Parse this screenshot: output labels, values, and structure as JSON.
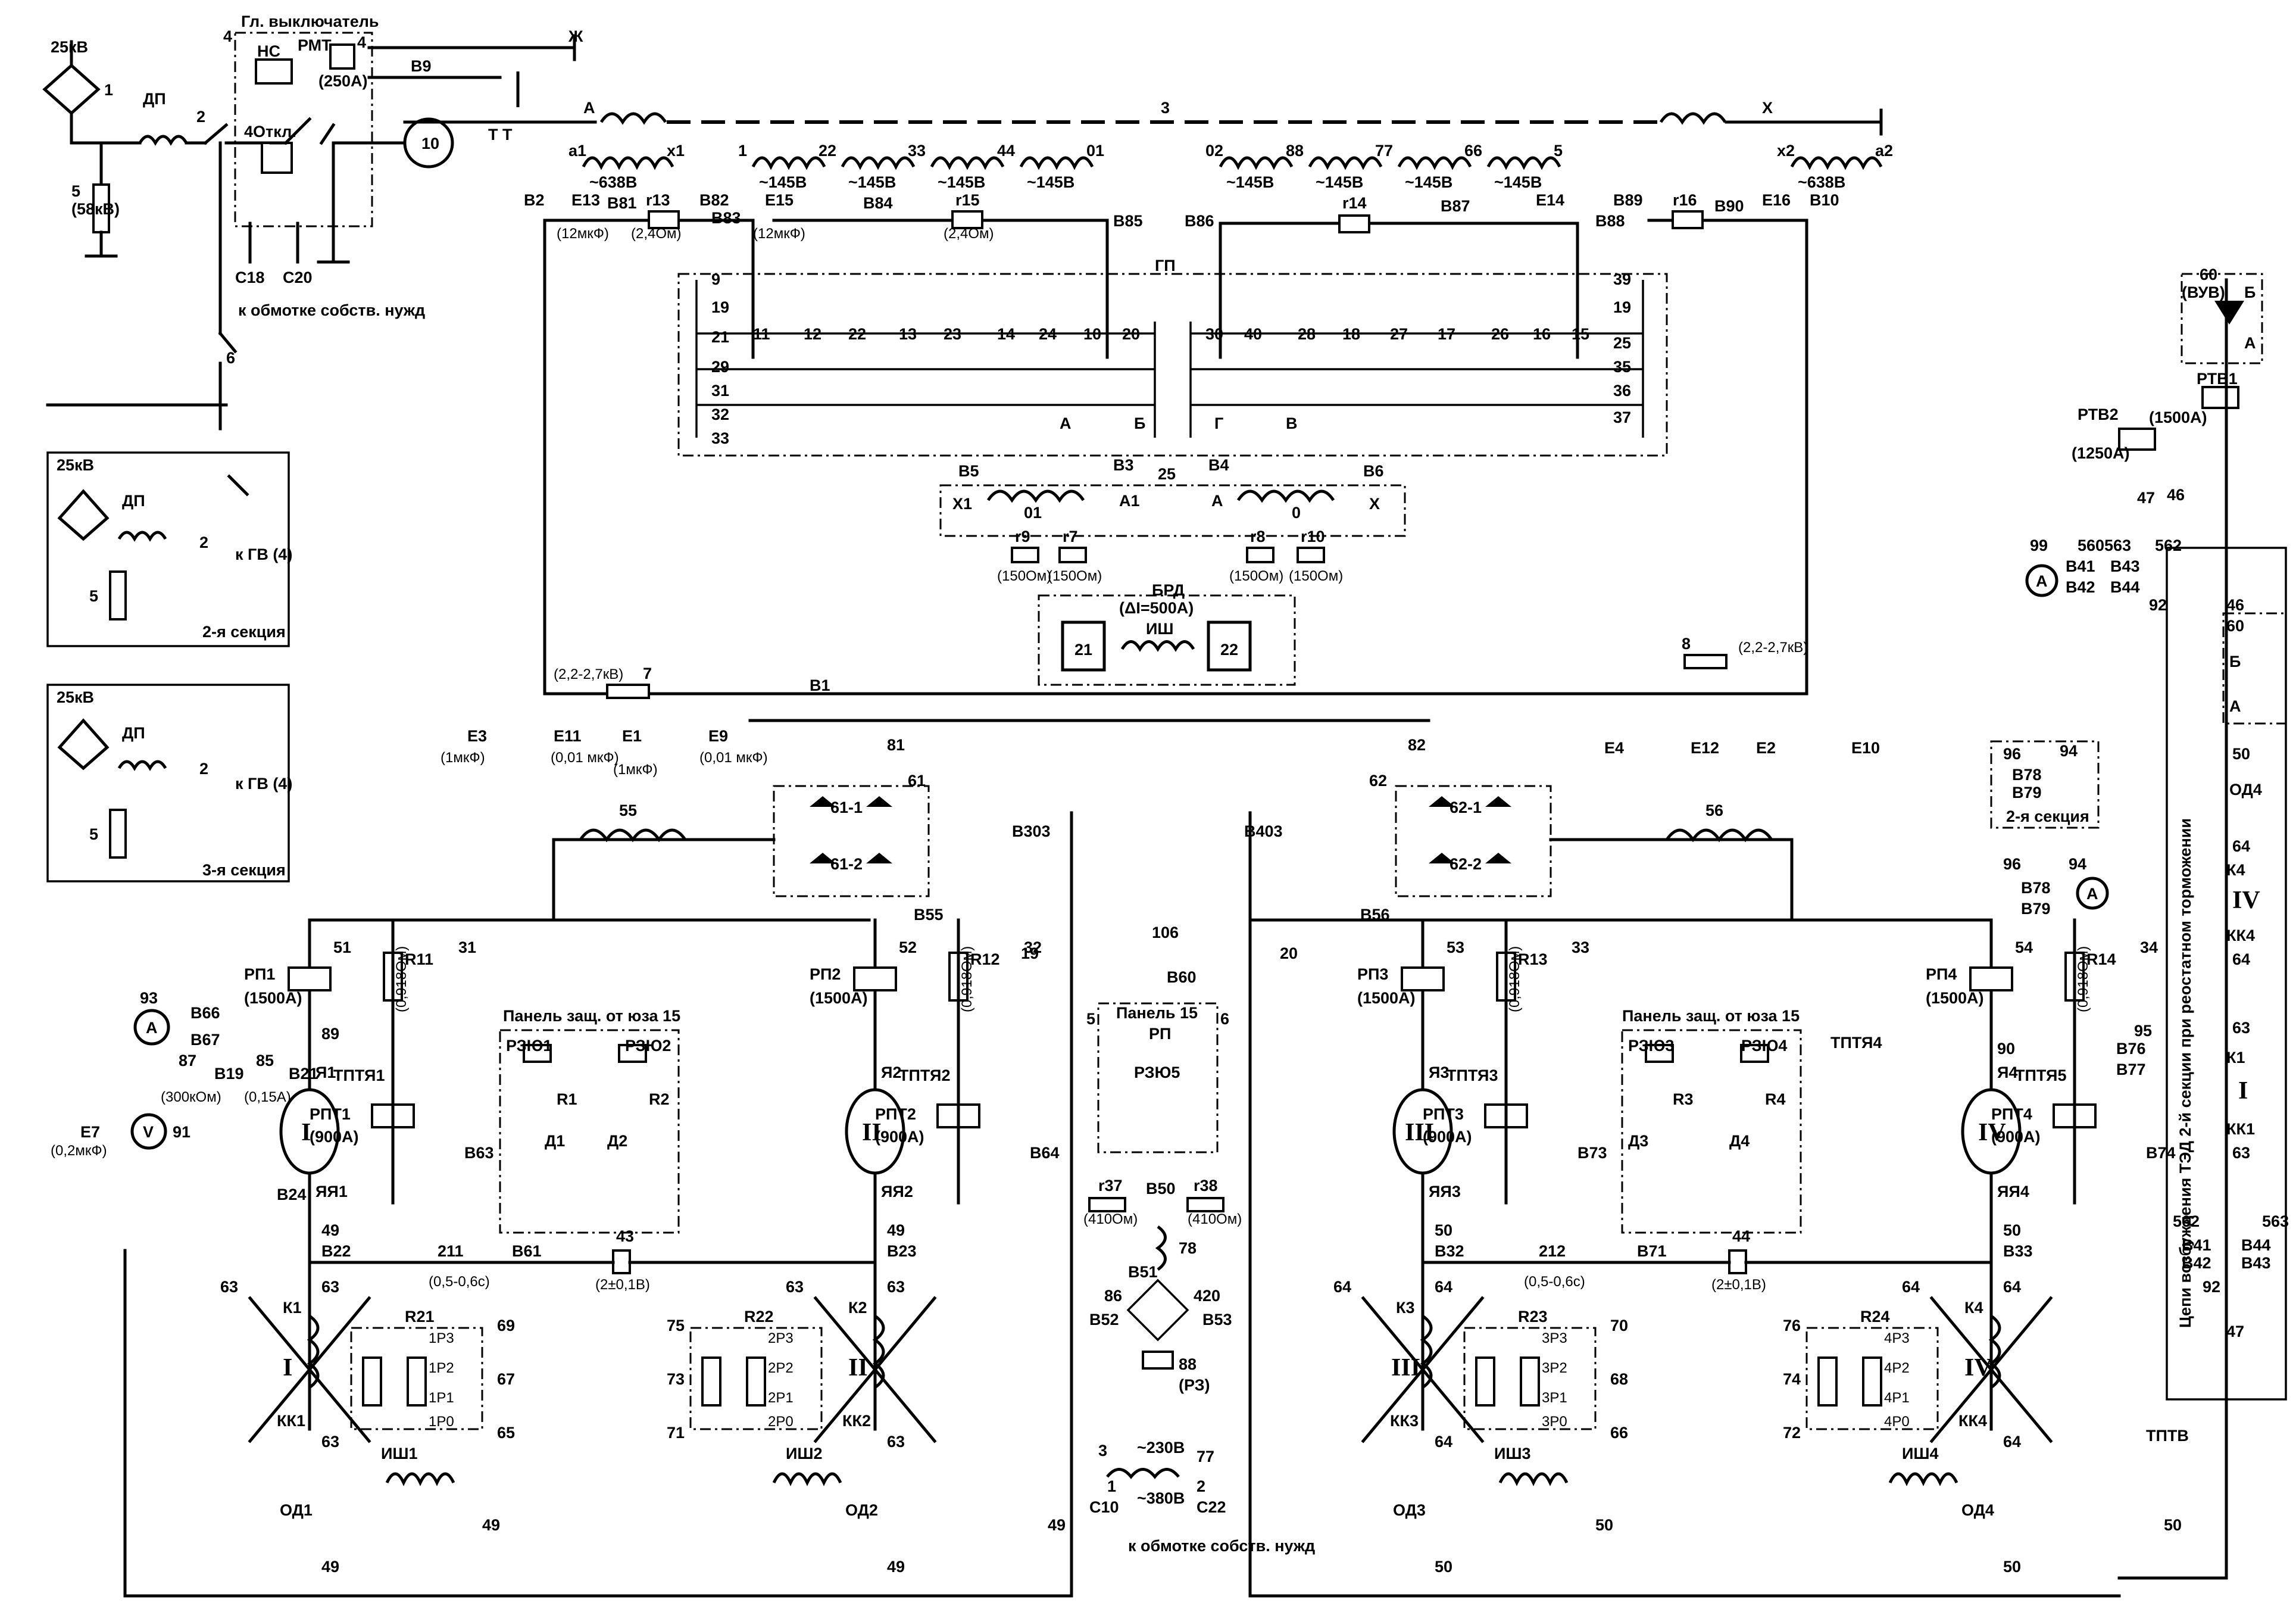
{
  "feeder": {
    "voltage": "25кВ",
    "main_switch_title": "Гл. выключатель",
    "dp": "ДП",
    "ns": "НС",
    "rmt": "РМТ",
    "rmt_current": "(250А)",
    "off_coil": "4Откл.",
    "arrester_num": "5",
    "arrester_voltage": "(58кВ)",
    "c18": "С18",
    "c20": "С20",
    "aux_winding": "к обмотке собств. нужд",
    "b9": "В9",
    "zh": "Ж",
    "tt": "Т Т",
    "a": "А",
    "x": "Х",
    "bus3": "3",
    "sec2": "2-я секция",
    "sec3": "3-я секция",
    "to_gv": "к ГВ (4)",
    "num1": "1",
    "num2": "2",
    "num4": "4",
    "num6": "6",
    "num10": "10"
  },
  "transformer": {
    "left_windings": [
      {
        "top_left": "а1",
        "top_right": "х1",
        "voltage": "~638В"
      },
      {
        "top_left": "1",
        "top_right": "2",
        "voltage": "~145В"
      },
      {
        "top_left": "2",
        "top_right": "3",
        "voltage": "~145В"
      },
      {
        "top_left": "3",
        "top_right": "4",
        "voltage": "~145В"
      },
      {
        "top_left": "4",
        "top_right": "01",
        "voltage": "~145В"
      }
    ],
    "right_windings": [
      {
        "top_left": "02",
        "top_right": "8",
        "voltage": "~145В"
      },
      {
        "top_left": "8",
        "top_right": "7",
        "voltage": "~145В"
      },
      {
        "top_left": "7",
        "top_right": "6",
        "voltage": "~145В"
      },
      {
        "top_left": "6",
        "top_right": "5",
        "voltage": "~145В"
      },
      {
        "top_left": "х2",
        "top_right": "а2",
        "voltage": "~638В"
      }
    ],
    "filter_labels": {
      "b2": "В2",
      "e13": "Е13",
      "e13v": "(12мкФ)",
      "b81": "В81",
      "r13": "r13",
      "r13v": "(2,4Ом)",
      "b82": "В82",
      "b83": "В83",
      "e15": "Е15",
      "e15v": "(12мкФ)",
      "b84": "В84",
      "r15": "r15",
      "r15v": "(2,4Ом)",
      "b85": "В85",
      "b86": "В86",
      "r14": "r14",
      "b87": "В87",
      "e14": "Е14",
      "b88": "В88",
      "b89": "В89",
      "r16": "r16",
      "b90": "В90",
      "e16": "Е16",
      "b10": "В10"
    }
  },
  "gp": {
    "title": "ГП",
    "left_contacts": [
      "9",
      "19",
      "21",
      "29",
      "31",
      "32",
      "33"
    ],
    "left_row": [
      "11",
      "12",
      "22",
      "13",
      "23",
      "14",
      "24",
      "10",
      "20"
    ],
    "right_row": [
      "30",
      "40",
      "28",
      "18",
      "27",
      "17",
      "26",
      "16",
      "15"
    ],
    "right_contacts": [
      "39",
      "19",
      "25",
      "35",
      "36",
      "37"
    ],
    "contact_a": "А",
    "contact_b": "Б",
    "contact_g": "Г",
    "contact_v": "В"
  },
  "reactor25": {
    "num": "25",
    "b5": "В5",
    "b3": "В3",
    "b4": "В4",
    "b6": "В6",
    "x1": "Х1",
    "o1": "01",
    "a1": "А1",
    "a": "А",
    "o": "0",
    "x": "Х",
    "r9": "r9",
    "r7": "r7",
    "r8": "r8",
    "r10": "r10",
    "ohm": "(150Ом)"
  },
  "brd": {
    "title": "БРД",
    "delta": "(ΔI=500А)",
    "n21": "21",
    "n22": "22",
    "ish": "ИШ"
  },
  "filters": {
    "r7": "7",
    "r7v": "(2,2-2,7кВ)",
    "r8": "8",
    "r8v": "(2,2-2,7кВ)",
    "e3": "Е3",
    "e3v": "(1мкФ)",
    "e11": "Е11",
    "e11v": "(0,01 мкФ)",
    "e1": "Е1",
    "e1v": "(1мкФ)",
    "e9": "Е9",
    "e9v": "(0,01 мкФ)",
    "e4": "Е4",
    "e12": "Е12",
    "e2": "Е2",
    "e10": "Е10"
  },
  "rectifiers": {
    "b1": "В1",
    "n61": "61",
    "n62": "62",
    "n81": "81",
    "n82": "82",
    "v61_1": "61-1",
    "v61_2": "61-2",
    "v62_1": "62-1",
    "v62_2": "62-2",
    "n1": "1",
    "n2": "2",
    "n3": "3",
    "n4": "4"
  },
  "smoothing": {
    "left": "55",
    "right": "56",
    "b303": "В303",
    "b403": "В403",
    "b55": "В55",
    "b56": "В56"
  },
  "motors": [
    {
      "numeral": "I",
      "rp": "РП1",
      "rp_current": "(1500А)",
      "rpt": "РПТ1",
      "rpt_current": "(900А)",
      "tptya": "ТПТЯ1",
      "r": "R11",
      "ya": "Я1",
      "yaya": "ЯЯ1",
      "contact_top": "51",
      "contact_mid": "31",
      "b_top": "В63",
      "b_bottom": "В24"
    },
    {
      "numeral": "II",
      "rp": "РП2",
      "rp_current": "(1500А)",
      "rpt": "РПТ2",
      "rpt_current": "(900А)",
      "tptya": "ТПТЯ2",
      "r": "R12",
      "ya": "Я2",
      "yaya": "ЯЯ2",
      "contact_top": "52",
      "contact_mid": "32",
      "b_top": "В64",
      "b_bottom": ""
    },
    {
      "numeral": "III",
      "rp": "РП3",
      "rp_current": "(1500А)",
      "rpt": "РПТ3",
      "rpt_current": "(900А)",
      "tptya": "ТПТЯ3",
      "r": "R13",
      "ya": "Я3",
      "yaya": "ЯЯ3",
      "contact_top": "53",
      "contact_mid": "33",
      "b_top": "В73",
      "b_bottom": ""
    },
    {
      "numeral": "IV",
      "rp": "РП4",
      "rp_current": "(1500А)",
      "rpt": "РПТ4",
      "rpt_current": "(900А)",
      "tptya": "ТПТЯ5",
      "r": "R14",
      "ya": "Я4",
      "yaya": "ЯЯ4",
      "contact_top": "54",
      "contact_mid": "34",
      "b_top": "В74",
      "b_bottom": ""
    }
  ],
  "shunt_value": "(0,918Ом)",
  "protection": {
    "panel_title": "Панель защ. от юза 15",
    "rzyu": [
      "РЗЮ1",
      "РЗЮ2",
      "РЗЮ3",
      "РЗЮ4"
    ],
    "r": [
      "R1",
      "R2",
      "R3",
      "R4"
    ],
    "d": [
      "Д1",
      "Д2",
      "Д3",
      "Д4"
    ],
    "tptya4": "ТПТЯ4",
    "center_panel": "Панель 15",
    "rp": "РП",
    "rzyu5": "РЗЮ5",
    "n5": "5",
    "n6": "6",
    "b60": "В60",
    "n106": "106",
    "n19": "19",
    "n20": "20"
  },
  "meters": {
    "n93": "93",
    "a": "А",
    "b66": "В66",
    "b67": "В67",
    "n89": "89",
    "n87": "87",
    "r87": "(300кОм)",
    "b19": "В19",
    "n85": "85",
    "r85": "(0,15А)",
    "b21": "В21",
    "e7": "Е7",
    "e7v": "(0,2мкФ)",
    "v": "V",
    "n91": "91",
    "n95": "95",
    "b76": "В76",
    "b77": "В77",
    "n90": "90"
  },
  "center_supply": {
    "r37": "r37",
    "r37v": "(410Ом)",
    "b50": "В50",
    "r38": "r38",
    "r38v": "(410Ом)",
    "n78": "78",
    "b51": "В51",
    "n86": "86",
    "n420": "420",
    "b52": "В52",
    "b53": "В53",
    "n88": "88",
    "rz": "(РЗ)",
    "n3": "3",
    "n77": "77",
    "v230": "~230В",
    "v380": "~380В",
    "c10": "С10",
    "c22": "С22",
    "n1": "1",
    "n2": "2",
    "aux": "к обмотке собств. нужд"
  },
  "field_circuits": [
    {
      "k": "К1",
      "kk": "КК1",
      "num": "I",
      "r": "R21",
      "p": [
        "1Р3",
        "1Р2",
        "1Р1",
        "1Р0"
      ],
      "ish": "ИШ1",
      "od": "ОД1",
      "c63": "63",
      "c49": "49",
      "c69": "69",
      "c67": "67",
      "c65": "65",
      "b22": "В22"
    },
    {
      "k": "К2",
      "kk": "КК2",
      "num": "II",
      "r": "R22",
      "p": [
        "2Р3",
        "2Р2",
        "2Р1",
        "2Р0"
      ],
      "ish": "ИШ2",
      "od": "ОД2",
      "c63": "63",
      "c49": "49",
      "c75": "75",
      "c73": "73",
      "c71": "71",
      "b23": "В23"
    },
    {
      "k": "К3",
      "kk": "КК3",
      "num": "III",
      "r": "R23",
      "p": [
        "3Р3",
        "3Р2",
        "3Р1",
        "3Р0"
      ],
      "ish": "ИШ3",
      "od": "ОД3",
      "c64": "64",
      "c50": "50",
      "c70": "70",
      "c68": "68",
      "c66": "66",
      "b32": "В32"
    },
    {
      "k": "К4",
      "kk": "КК4",
      "num": "IV",
      "r": "R24",
      "p": [
        "4Р3",
        "4Р2",
        "4Р1",
        "4Р0"
      ],
      "ish": "ИШ4",
      "od": "ОД4",
      "c64": "64",
      "c50": "50",
      "c76": "76",
      "c74": "74",
      "c72": "72",
      "b33": "В33"
    }
  ],
  "relays": {
    "n211": "211",
    "n212": "212",
    "t": "(0,5-0,6с)",
    "b61": "В61",
    "b71": "В71",
    "n43": "43",
    "n44": "44",
    "v": "(2±0,1В)"
  },
  "braking": {
    "n60": "60",
    "vuv": "(ВУВ)",
    "b": "Б",
    "a": "А",
    "rtv1": "РТВ1",
    "rtv1_current": "(1500А)",
    "rtv2": "РТВ2",
    "rtv2_current": "(1250А)",
    "n46": "46",
    "n47": "47",
    "n99": "99",
    "b41": "В41",
    "b42": "В42",
    "n560": "560",
    "n563": "563",
    "b43": "В43",
    "b44": "В44",
    "n562": "562",
    "n92": "92",
    "n96": "96",
    "n94": "94",
    "b78": "В78",
    "b79": "В79",
    "sec2": "2-я секция",
    "vertical_caption": "Цепи возбуждения ТЭД 2-й секции при реостатном торможении",
    "n50": "50",
    "od4": "ОД4",
    "n64": "64",
    "k4": "К4",
    "iv": "IV",
    "kk4": "КК4",
    "n63": "63",
    "k1": "К1",
    "i": "I",
    "kk1": "КК1",
    "tptv": "ТПТВ"
  }
}
